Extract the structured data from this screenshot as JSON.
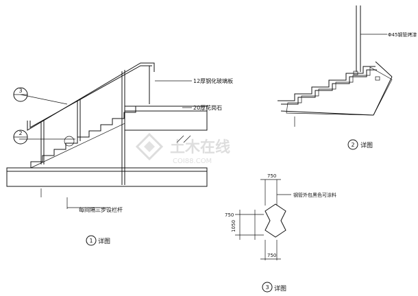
{
  "labels": {
    "glass": "12厚钢化玻璃板",
    "granite": "20厚花岗石",
    "railing_note": "每间隔三步设栏杆",
    "pipe": "Φ45钢管烤漆",
    "pipe_wrap": "钢管外包黑色可涂料",
    "detail": "详图"
  },
  "markers": {
    "m1": "1",
    "m2": "2",
    "m3": "3",
    "m2_ref": "2",
    "m3_ref": "3"
  },
  "dimensions": {
    "top": "750",
    "left": "750",
    "side": "1050",
    "bottom": "750"
  },
  "watermark": {
    "name": "土木在线",
    "site": "COI88.COM"
  }
}
